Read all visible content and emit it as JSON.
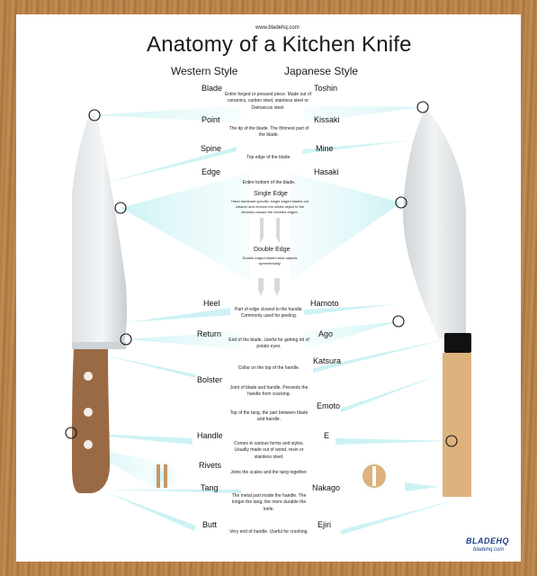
{
  "site_url": "www.bladehq.com",
  "title": "Anatomy of a Kitchen Knife",
  "columns": {
    "western": "Western Style",
    "japanese": "Japanese Style"
  },
  "rows": [
    {
      "western": "Blade",
      "japanese": "Toshin",
      "description": "Entire forged or pressed piece. Made out of ceramics, carbon steel, stainless steel or Damascus steel."
    },
    {
      "western": "Point",
      "japanese": "Kissaki",
      "description": "The tip of the blade. The thinnest part of the blade."
    },
    {
      "western": "Spine",
      "japanese": "Mine",
      "description": "Top edge of the blade."
    },
    {
      "western": "Edge",
      "japanese": "Hasaki",
      "description": "Entire bottom of the blade."
    },
    {
      "western": "Heel",
      "japanese": "Hamoto",
      "description": "Part of edge closest to the handle. Commonly used for peeling."
    },
    {
      "western": "Return",
      "japanese": "Ago",
      "description": "End of the blade. Useful for getting rid of potato eyes."
    },
    {
      "western": "",
      "japanese": "Katsura",
      "description": "Collar on the top of the handle."
    },
    {
      "western": "Bolster",
      "japanese": "",
      "description": "Joint of blade and handle. Prevents the handle from cracking."
    },
    {
      "western": "",
      "japanese": "Emoto",
      "description": "Top of the tang, the part between blade and handle."
    },
    {
      "western": "Handle",
      "japanese": "E",
      "description": "Comes in various forms and styles. Usually made out of wood, resin or stainless steel."
    },
    {
      "western": "Rivets",
      "japanese": "",
      "description": "Joins the scales and the tang together."
    },
    {
      "western": "Tang",
      "japanese": "Nakago",
      "description": "The metal part inside the handle. The longer the tang, the more durable the knife."
    },
    {
      "western": "Butt",
      "japanese": "Ejiri",
      "description": "Very end of handle. Useful for crushing."
    }
  ],
  "edge_types": {
    "single": {
      "name": "Single Edge",
      "description": "Hand dominant specific, single edged blades cut cleaner and remove the sliced object in the direction toward the beveled edged."
    },
    "double": {
      "name": "Double Edge",
      "description": "Double edged blades slice objects symmetrically."
    }
  },
  "branding": {
    "logo": "BLADEHQ",
    "url": "bladehq.com"
  },
  "colors": {
    "frame_wood": "#b9824a",
    "handle_western": "#9a6a45",
    "handle_japanese": "#ddb27c",
    "blade_gradient": "#c8ccd0",
    "callout_cyan": "#bdeff2",
    "brand_blue": "#1b3f8a"
  }
}
